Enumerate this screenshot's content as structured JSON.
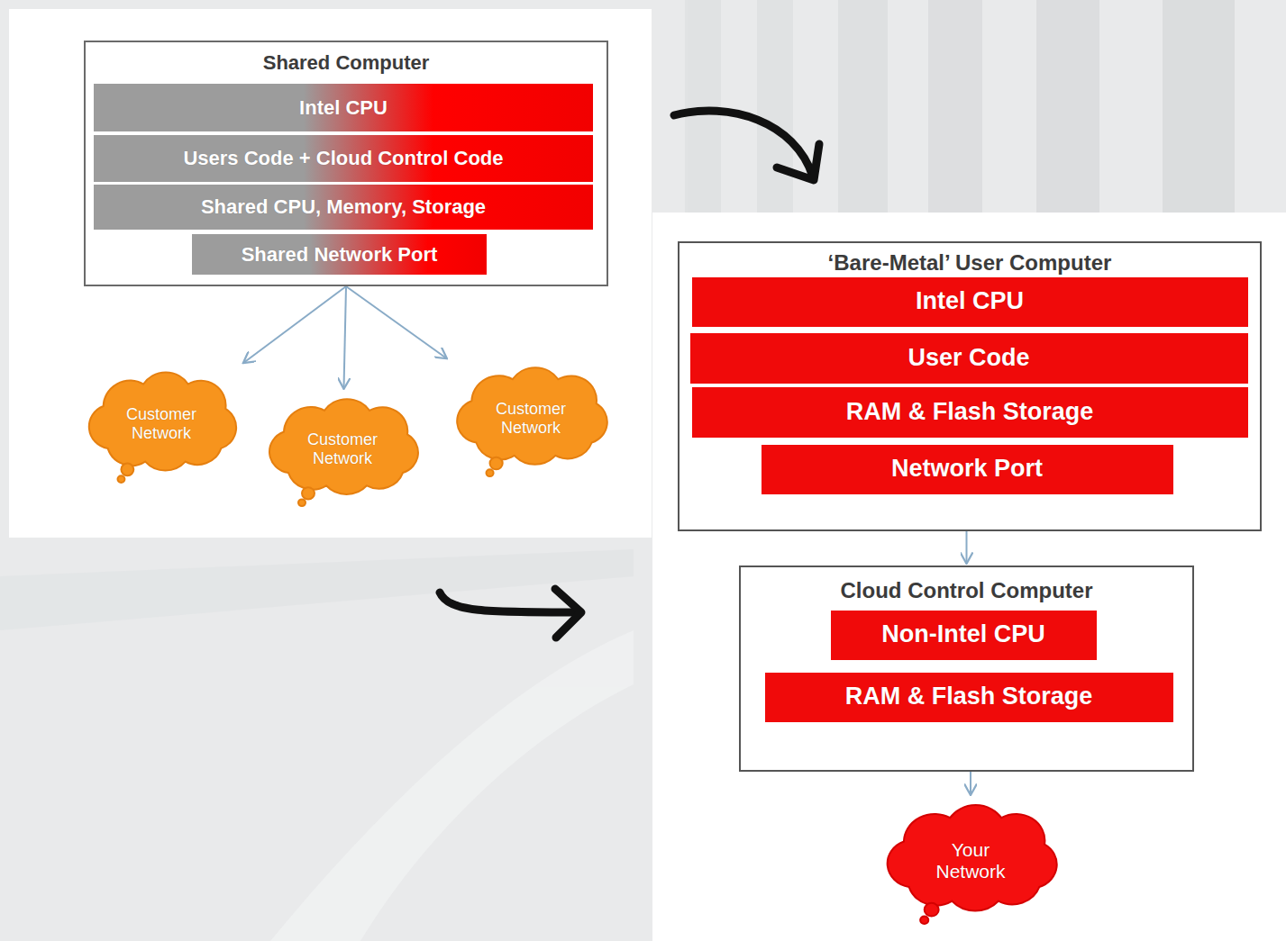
{
  "diagram": {
    "nodes": [
      {
        "text": [
          "Shared Computer"
        ]
      },
      {
        "text": [
          "Intel CPU"
        ],
        "in": 0
      },
      {
        "text": [
          "Users Code + Cloud Control Code"
        ],
        "in": 0
      },
      {
        "text": [
          "Shared CPU, Memory, Storage"
        ],
        "in": 0
      },
      {
        "text": [
          "Shared Network Port"
        ],
        "in": 0
      },
      {
        "text": [
          "Customer Network"
        ]
      },
      {
        "text": [
          "Customer Network"
        ]
      },
      {
        "text": [
          "Customer Network"
        ]
      },
      {
        "text": [
          "‘Bare-Metal’ User Computer"
        ]
      },
      {
        "text": [
          "Intel CPU"
        ],
        "in": 8
      },
      {
        "text": [
          "User Code"
        ],
        "in": 8
      },
      {
        "text": [
          "RAM & Flash Storage"
        ],
        "in": 8
      },
      {
        "text": [
          "Network Port"
        ],
        "in": 8
      },
      {
        "text": [
          "Cloud Control Computer"
        ]
      },
      {
        "text": [
          "Non-Intel CPU"
        ],
        "in": 13
      },
      {
        "text": [
          "RAM & Flash Storage"
        ],
        "in": 13
      },
      {
        "text": [
          "Your Network"
        ]
      }
    ],
    "edges": [
      {
        "from": 0,
        "to": 5,
        "arrow": "to"
      },
      {
        "from": 0,
        "to": 6,
        "arrow": "to"
      },
      {
        "from": 0,
        "to": 7,
        "arrow": "to"
      },
      {
        "from": 8,
        "to": 13,
        "arrow": "to"
      },
      {
        "from": 13,
        "to": 16,
        "arrow": "to"
      }
    ]
  }
}
